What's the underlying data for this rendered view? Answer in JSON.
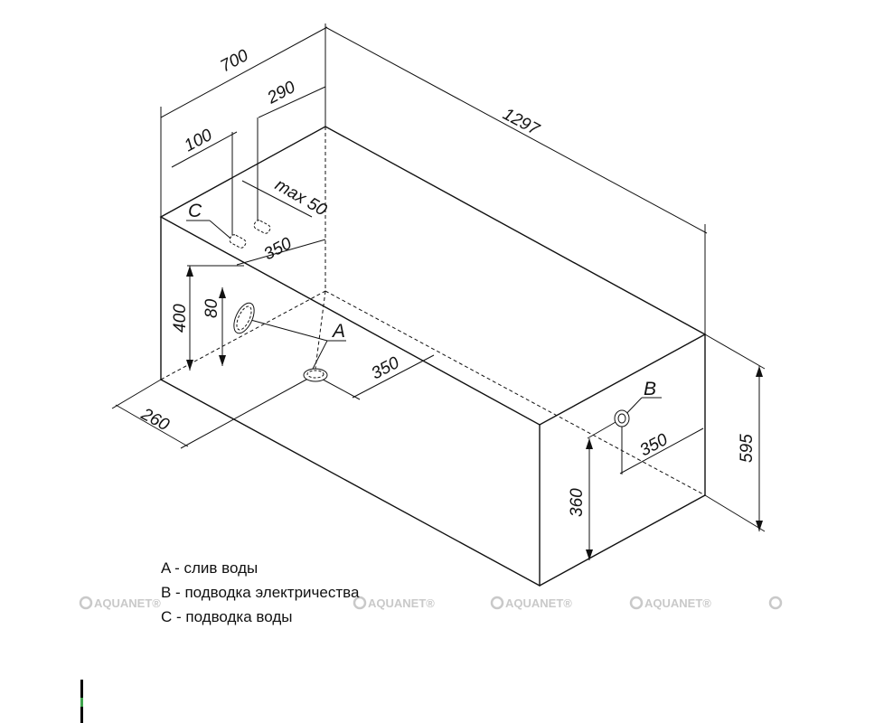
{
  "dimensions": {
    "total_length": "1297",
    "total_width": "700",
    "total_height": "595",
    "inlet_offset_side": "100",
    "inlet_offset_2": "290",
    "inlet_spacing": "max 50",
    "inlet_depth": "350",
    "overflow_height": "400",
    "overflow_dia": "80",
    "drain_offset_side": "260",
    "drain_offset_end": "350",
    "electric_offset": "350",
    "electric_height": "360"
  },
  "points": {
    "a": "A",
    "b": "B",
    "c": "C"
  },
  "legend": [
    "A - слив воды",
    "B - подводка электричества",
    "C - подводка воды"
  ],
  "watermark": "AQUANET",
  "watermark_mark": "®",
  "colors": {
    "line": "#111111",
    "watermark": "#c9c9c9"
  }
}
